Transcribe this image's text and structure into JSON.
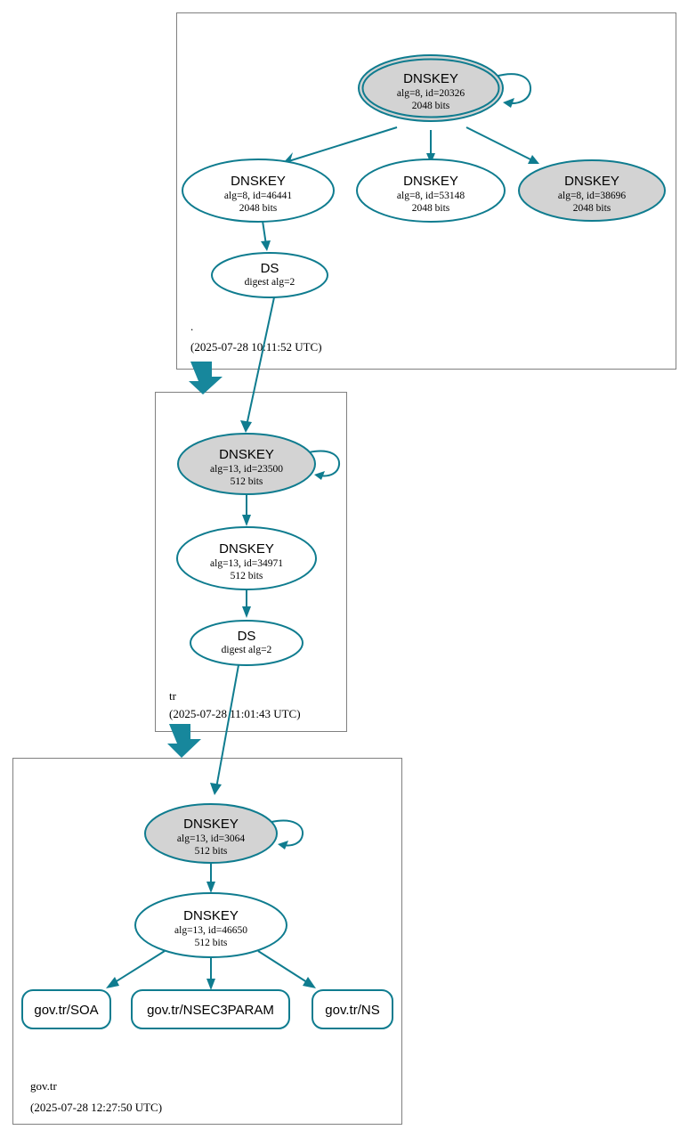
{
  "diagram": {
    "type": "dnssec-authentication-chain",
    "accent_color": "#0f7c8f",
    "zone_border_color": "#808080",
    "secure_fill": "#d3d3d3",
    "plain_fill": "#ffffff",
    "background": "#ffffff"
  },
  "zones": [
    {
      "id": "root",
      "name": ".",
      "timestamp": "(2025-07-28 10:11:52 UTC)",
      "nodes": [
        {
          "id": "root-ksk",
          "shape": "doubleellipse",
          "fill": "grey",
          "title": "DNSKEY",
          "line2": "alg=8, id=20326",
          "line3": "2048 bits",
          "self_loop": true
        },
        {
          "id": "root-zsk-46441",
          "shape": "ellipse",
          "fill": "none",
          "title": "DNSKEY",
          "line2": "alg=8, id=46441",
          "line3": "2048 bits",
          "self_loop": false
        },
        {
          "id": "root-zsk-53148",
          "shape": "ellipse",
          "fill": "none",
          "title": "DNSKEY",
          "line2": "alg=8, id=53148",
          "line3": "2048 bits",
          "self_loop": false
        },
        {
          "id": "root-zsk-38696",
          "shape": "ellipse",
          "fill": "grey",
          "title": "DNSKEY",
          "line2": "alg=8, id=38696",
          "line3": "2048 bits",
          "self_loop": false
        },
        {
          "id": "root-ds",
          "shape": "ellipse",
          "fill": "none",
          "title": "DS",
          "line2": "digest alg=2",
          "line3": "",
          "self_loop": false
        }
      ]
    },
    {
      "id": "tr",
      "name": "tr",
      "timestamp": "(2025-07-28 11:01:43 UTC)",
      "nodes": [
        {
          "id": "tr-ksk",
          "shape": "ellipse",
          "fill": "grey",
          "title": "DNSKEY",
          "line2": "alg=13, id=23500",
          "line3": "512 bits",
          "self_loop": true
        },
        {
          "id": "tr-zsk",
          "shape": "ellipse",
          "fill": "none",
          "title": "DNSKEY",
          "line2": "alg=13, id=34971",
          "line3": "512 bits",
          "self_loop": false
        },
        {
          "id": "tr-ds",
          "shape": "ellipse",
          "fill": "none",
          "title": "DS",
          "line2": "digest alg=2",
          "line3": "",
          "self_loop": false
        }
      ]
    },
    {
      "id": "govtr",
      "name": "gov.tr",
      "timestamp": "(2025-07-28 12:27:50 UTC)",
      "nodes": [
        {
          "id": "govtr-ksk",
          "shape": "ellipse",
          "fill": "grey",
          "title": "DNSKEY",
          "line2": "alg=13, id=3064",
          "line3": "512 bits",
          "self_loop": true
        },
        {
          "id": "govtr-zsk",
          "shape": "ellipse",
          "fill": "none",
          "title": "DNSKEY",
          "line2": "alg=13, id=46650",
          "line3": "512 bits",
          "self_loop": false
        }
      ],
      "rrsets": [
        {
          "id": "rrset-soa",
          "label": "gov.tr/SOA"
        },
        {
          "id": "rrset-nsec3param",
          "label": "gov.tr/NSEC3PARAM"
        },
        {
          "id": "rrset-ns",
          "label": "gov.tr/NS"
        }
      ]
    }
  ]
}
